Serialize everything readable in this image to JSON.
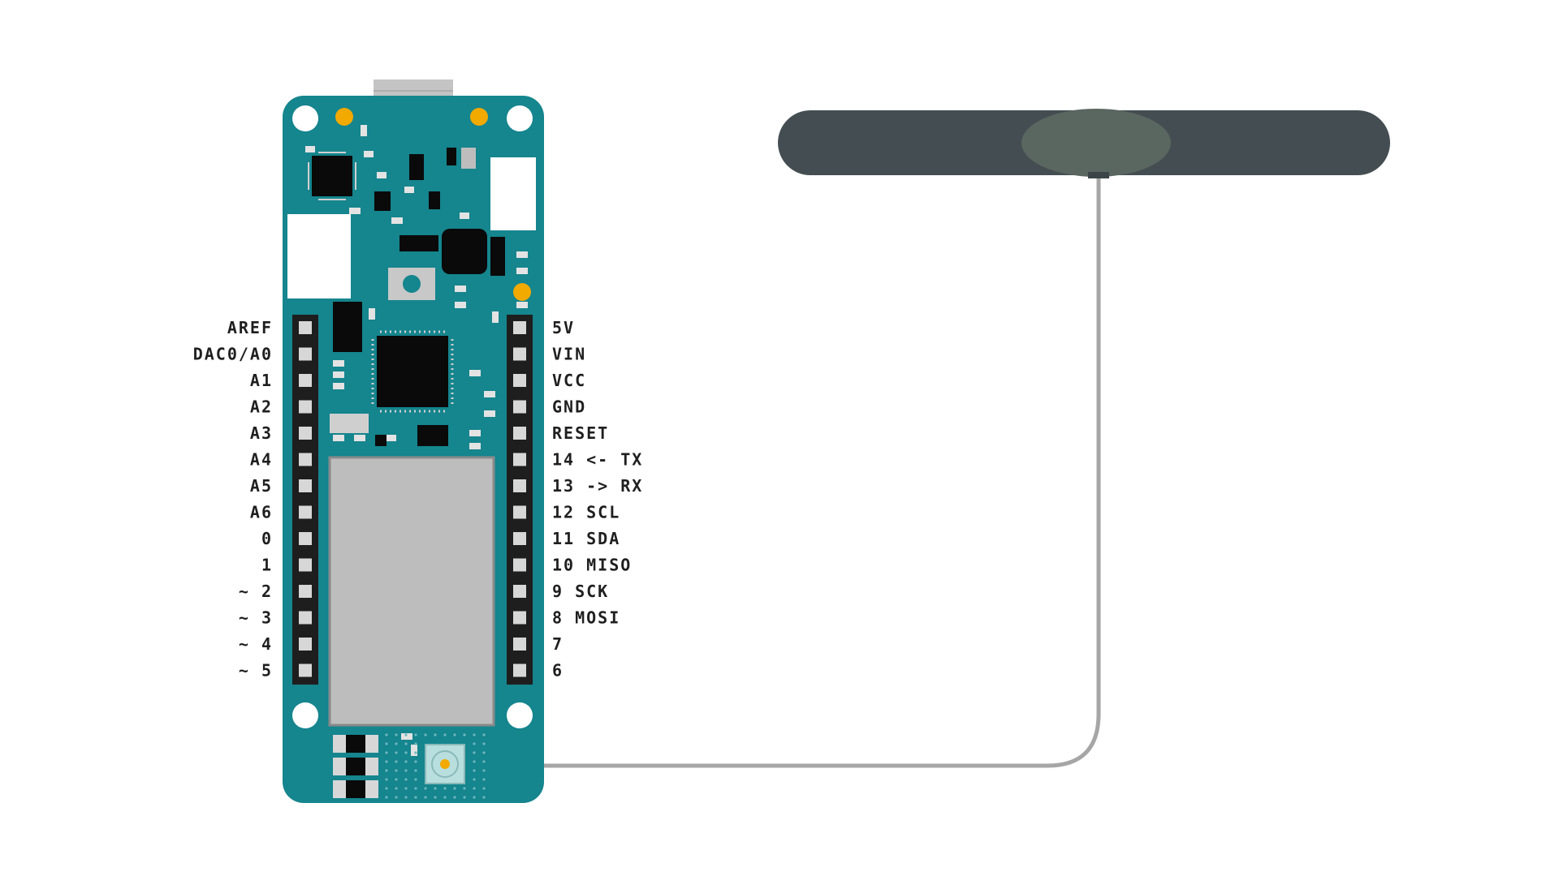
{
  "left_pins": [
    "AREF",
    "DAC0/A0",
    "A1",
    "A2",
    "A3",
    "A4",
    "A5",
    "A6",
    "0",
    "1",
    "~ 2",
    "~ 3",
    "~ 4",
    "~ 5"
  ],
  "right_pins": [
    "5V",
    "VIN",
    "VCC",
    "GND",
    "RESET",
    "14 <- TX",
    "13 -> RX",
    "12 SCL",
    "11 SDA",
    "10 MISO",
    "9 SCK",
    "8 MOSI",
    "7",
    "6"
  ],
  "colors": {
    "board": "#15858e",
    "board_edge": "#0f6f77",
    "header": "#1e1e1e",
    "pad": "#d7d7d7",
    "chip": "#0a0a0a",
    "module": "#bdbdbd",
    "module_border": "#8a8a8a",
    "antenna": "#444e52",
    "antenna_center": "#5a6660",
    "cable": "#a6a6a6",
    "usb": "#c4c4c4",
    "led": "#f2a900",
    "connector": "#b9dede"
  }
}
